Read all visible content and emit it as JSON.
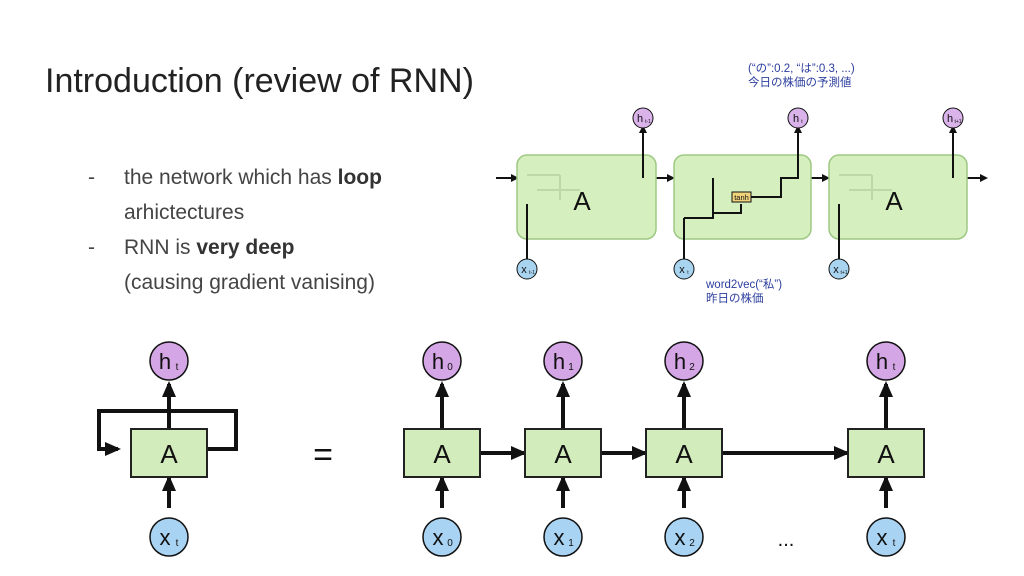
{
  "slide": {
    "title": "Introduction (review of RNN)",
    "bullets": [
      {
        "dash": "-",
        "pre": "the network which has ",
        "bold": "loop",
        "post": " arhictectures"
      },
      {
        "dash": "-",
        "pre": "RNN is ",
        "bold": "very deep",
        "post": " (causing gradient vanising)"
      }
    ]
  },
  "top_diagram": {
    "cell_label": "A",
    "gate_label": "tanh",
    "outputs": [
      "h",
      "h",
      "h"
    ],
    "output_subs": [
      "t-1",
      "t",
      "t+1"
    ],
    "inputs": [
      "x",
      "x",
      "x"
    ],
    "input_subs": [
      "t-1",
      "t",
      "t+1"
    ],
    "note_top_line1": "(“の”:0.2, “は”:0.3, ...)",
    "note_top_line2": "今日の株価の予測値",
    "note_bottom_line1": "word2vec(“私”)",
    "note_bottom_line2": "昨日の株価",
    "colors": {
      "cell_fill": "#d5efbf",
      "cell_stroke": "#9dc883",
      "h_fill": "#d9b3ea",
      "x_fill": "#a9d4f0",
      "note": "#2c3e9e"
    }
  },
  "bottom_diagram": {
    "cell_label": "A",
    "equals": "=",
    "ellipsis": "...",
    "folded": {
      "h": "h",
      "h_sub": "t",
      "x": "x",
      "x_sub": "t"
    },
    "unrolled_h": [
      "h",
      "h",
      "h",
      "h"
    ],
    "unrolled_h_subs": [
      "0",
      "1",
      "2",
      "t"
    ],
    "unrolled_x": [
      "x",
      "x",
      "x",
      "x"
    ],
    "unrolled_x_subs": [
      "0",
      "1",
      "2",
      "t"
    ],
    "colors": {
      "cell_fill": "#d3ecbc",
      "h_fill": "#d5a6e6",
      "x_fill": "#a9d3f2",
      "stroke": "#222222"
    }
  }
}
